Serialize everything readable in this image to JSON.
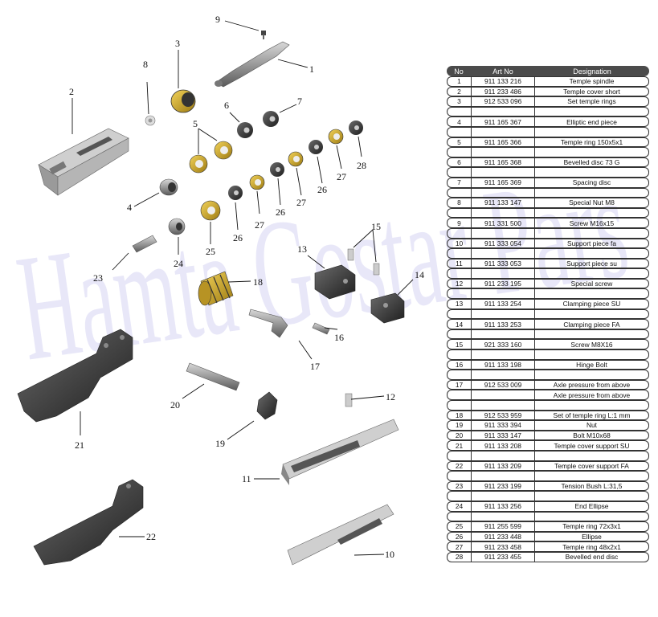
{
  "callouts": [
    "1",
    "2",
    "3",
    "4",
    "5",
    "6",
    "7",
    "8",
    "9",
    "10",
    "11",
    "12",
    "13",
    "14",
    "15",
    "16",
    "17",
    "18",
    "19",
    "20",
    "21",
    "22",
    "23",
    "24",
    "25",
    "26",
    "27",
    "28"
  ],
  "watermark": "Hamta Gostar Pars",
  "table": {
    "headers": [
      "No",
      "Art No",
      "Designation"
    ],
    "rows": [
      [
        "1",
        "911 133 216",
        "Temple spindle"
      ],
      [
        "2",
        "911 233 486",
        "Temple cover short"
      ],
      [
        "3",
        "912 533 096",
        "Set temple rings"
      ],
      [
        "",
        "",
        ""
      ],
      [
        "4",
        "911 165 367",
        "Elliptic end piece"
      ],
      [
        "",
        "",
        ""
      ],
      [
        "5",
        "911 165 366",
        "Temple ring 150x5x1"
      ],
      [
        "",
        "",
        ""
      ],
      [
        "6",
        "911 165 368",
        "Bevelled disc 73 G"
      ],
      [
        "",
        "",
        ""
      ],
      [
        "7",
        "911 165 369",
        "Spacing disc"
      ],
      [
        "",
        "",
        ""
      ],
      [
        "8",
        "911 133 147",
        "Special Nut M8"
      ],
      [
        "",
        "",
        ""
      ],
      [
        "9",
        "911 331 500",
        "Screw M16x15"
      ],
      [
        "",
        "",
        ""
      ],
      [
        "10",
        "911 333 054",
        "Support piece fa"
      ],
      [
        "",
        "",
        ""
      ],
      [
        "11",
        "911 333 053",
        "Support piece su"
      ],
      [
        "",
        "",
        ""
      ],
      [
        "12",
        "911 233 195",
        "Special screw"
      ],
      [
        "",
        "",
        ""
      ],
      [
        "13",
        "911 133 254",
        "Clamping piece  SU"
      ],
      [
        "",
        "",
        ""
      ],
      [
        "14",
        "911 133 253",
        "Clamping piece FA"
      ],
      [
        "",
        "",
        ""
      ],
      [
        "15",
        "921 333 160",
        "Screw M8X16"
      ],
      [
        "",
        "",
        ""
      ],
      [
        "16",
        "911 133 198",
        "Hinge Bolt"
      ],
      [
        "",
        "",
        ""
      ],
      [
        "17",
        "912 533 009",
        "Axle pressure from above"
      ],
      [
        "",
        "",
        "Axle pressure from above"
      ],
      [
        "",
        "",
        ""
      ],
      [
        "18",
        "912 533 959",
        "Set of temple ring L:1 mm"
      ],
      [
        "19",
        "911 333 394",
        "Nut"
      ],
      [
        "20",
        "911 333 147",
        "Bolt M10x68"
      ],
      [
        "21",
        "911 133 208",
        "Temple cover support SU"
      ],
      [
        "",
        "",
        ""
      ],
      [
        "22",
        "911 133 209",
        "Temple cover support FA"
      ],
      [
        "",
        "",
        ""
      ],
      [
        "23",
        "911 233 199",
        "Tension Bush L:31,5"
      ],
      [
        "",
        "",
        ""
      ],
      [
        "24",
        "911 133 256",
        "End Ellipse"
      ],
      [
        "",
        "",
        ""
      ],
      [
        "25",
        "911 255 599",
        "Temple ring 72x3x1"
      ],
      [
        "26",
        "911 233 448",
        "Ellipse"
      ],
      [
        "27",
        "911 233 458",
        "Temple ring 48x2x1"
      ],
      [
        "28",
        "911 233 455",
        "Bevelled end disc"
      ]
    ]
  }
}
